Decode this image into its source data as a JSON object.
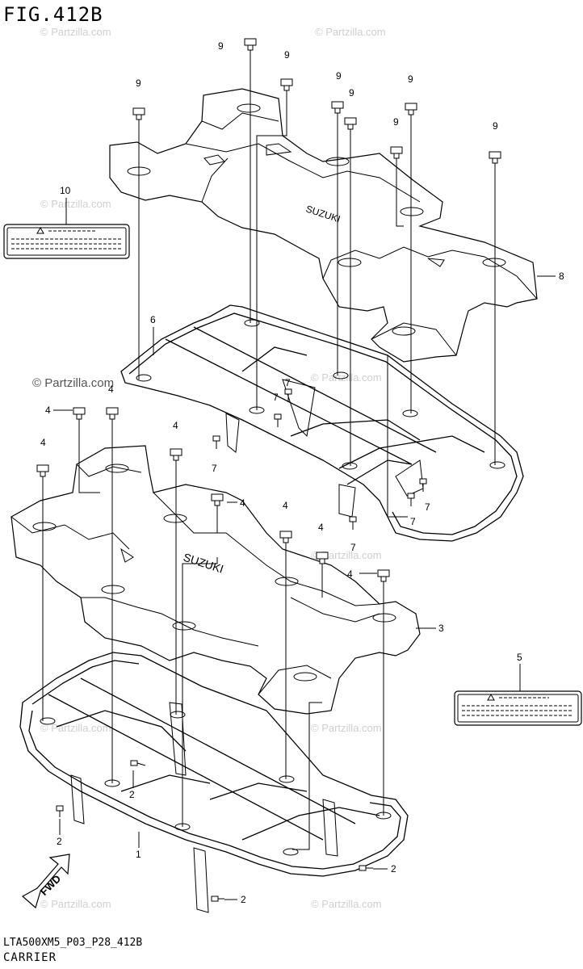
{
  "figure_title": "FIG.412B",
  "figure_code": "LTA500XM5_P03_P28_412B",
  "caption": "CARRIER",
  "watermark": "© Partzilla.com",
  "fwd_label": "FWD",
  "callouts": {
    "c1": "1",
    "c2": "2",
    "c3": "3",
    "c4": "4",
    "c5": "5",
    "c6": "6",
    "c7": "7",
    "c8": "8",
    "c9": "9",
    "c10": "10"
  },
  "colors": {
    "line": "#000000",
    "watermark": "#cfcfcf"
  }
}
